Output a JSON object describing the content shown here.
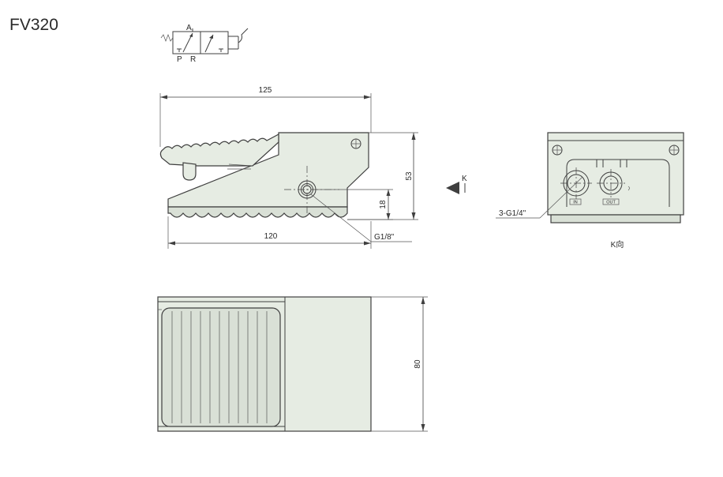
{
  "title": "FV320",
  "symbol": {
    "port_a": "A",
    "port_p": "P",
    "port_r": "R"
  },
  "side_view": {
    "length_top": "125",
    "length_bottom": "120",
    "height": "53",
    "port_height": "18",
    "port_thread": "G1/8\""
  },
  "view_arrow_label": "K",
  "end_view": {
    "port_thread": "3-G1/4\"",
    "port_in": "IN",
    "port_out": "OUT",
    "caption": "K向"
  },
  "top_view": {
    "width": "80"
  }
}
